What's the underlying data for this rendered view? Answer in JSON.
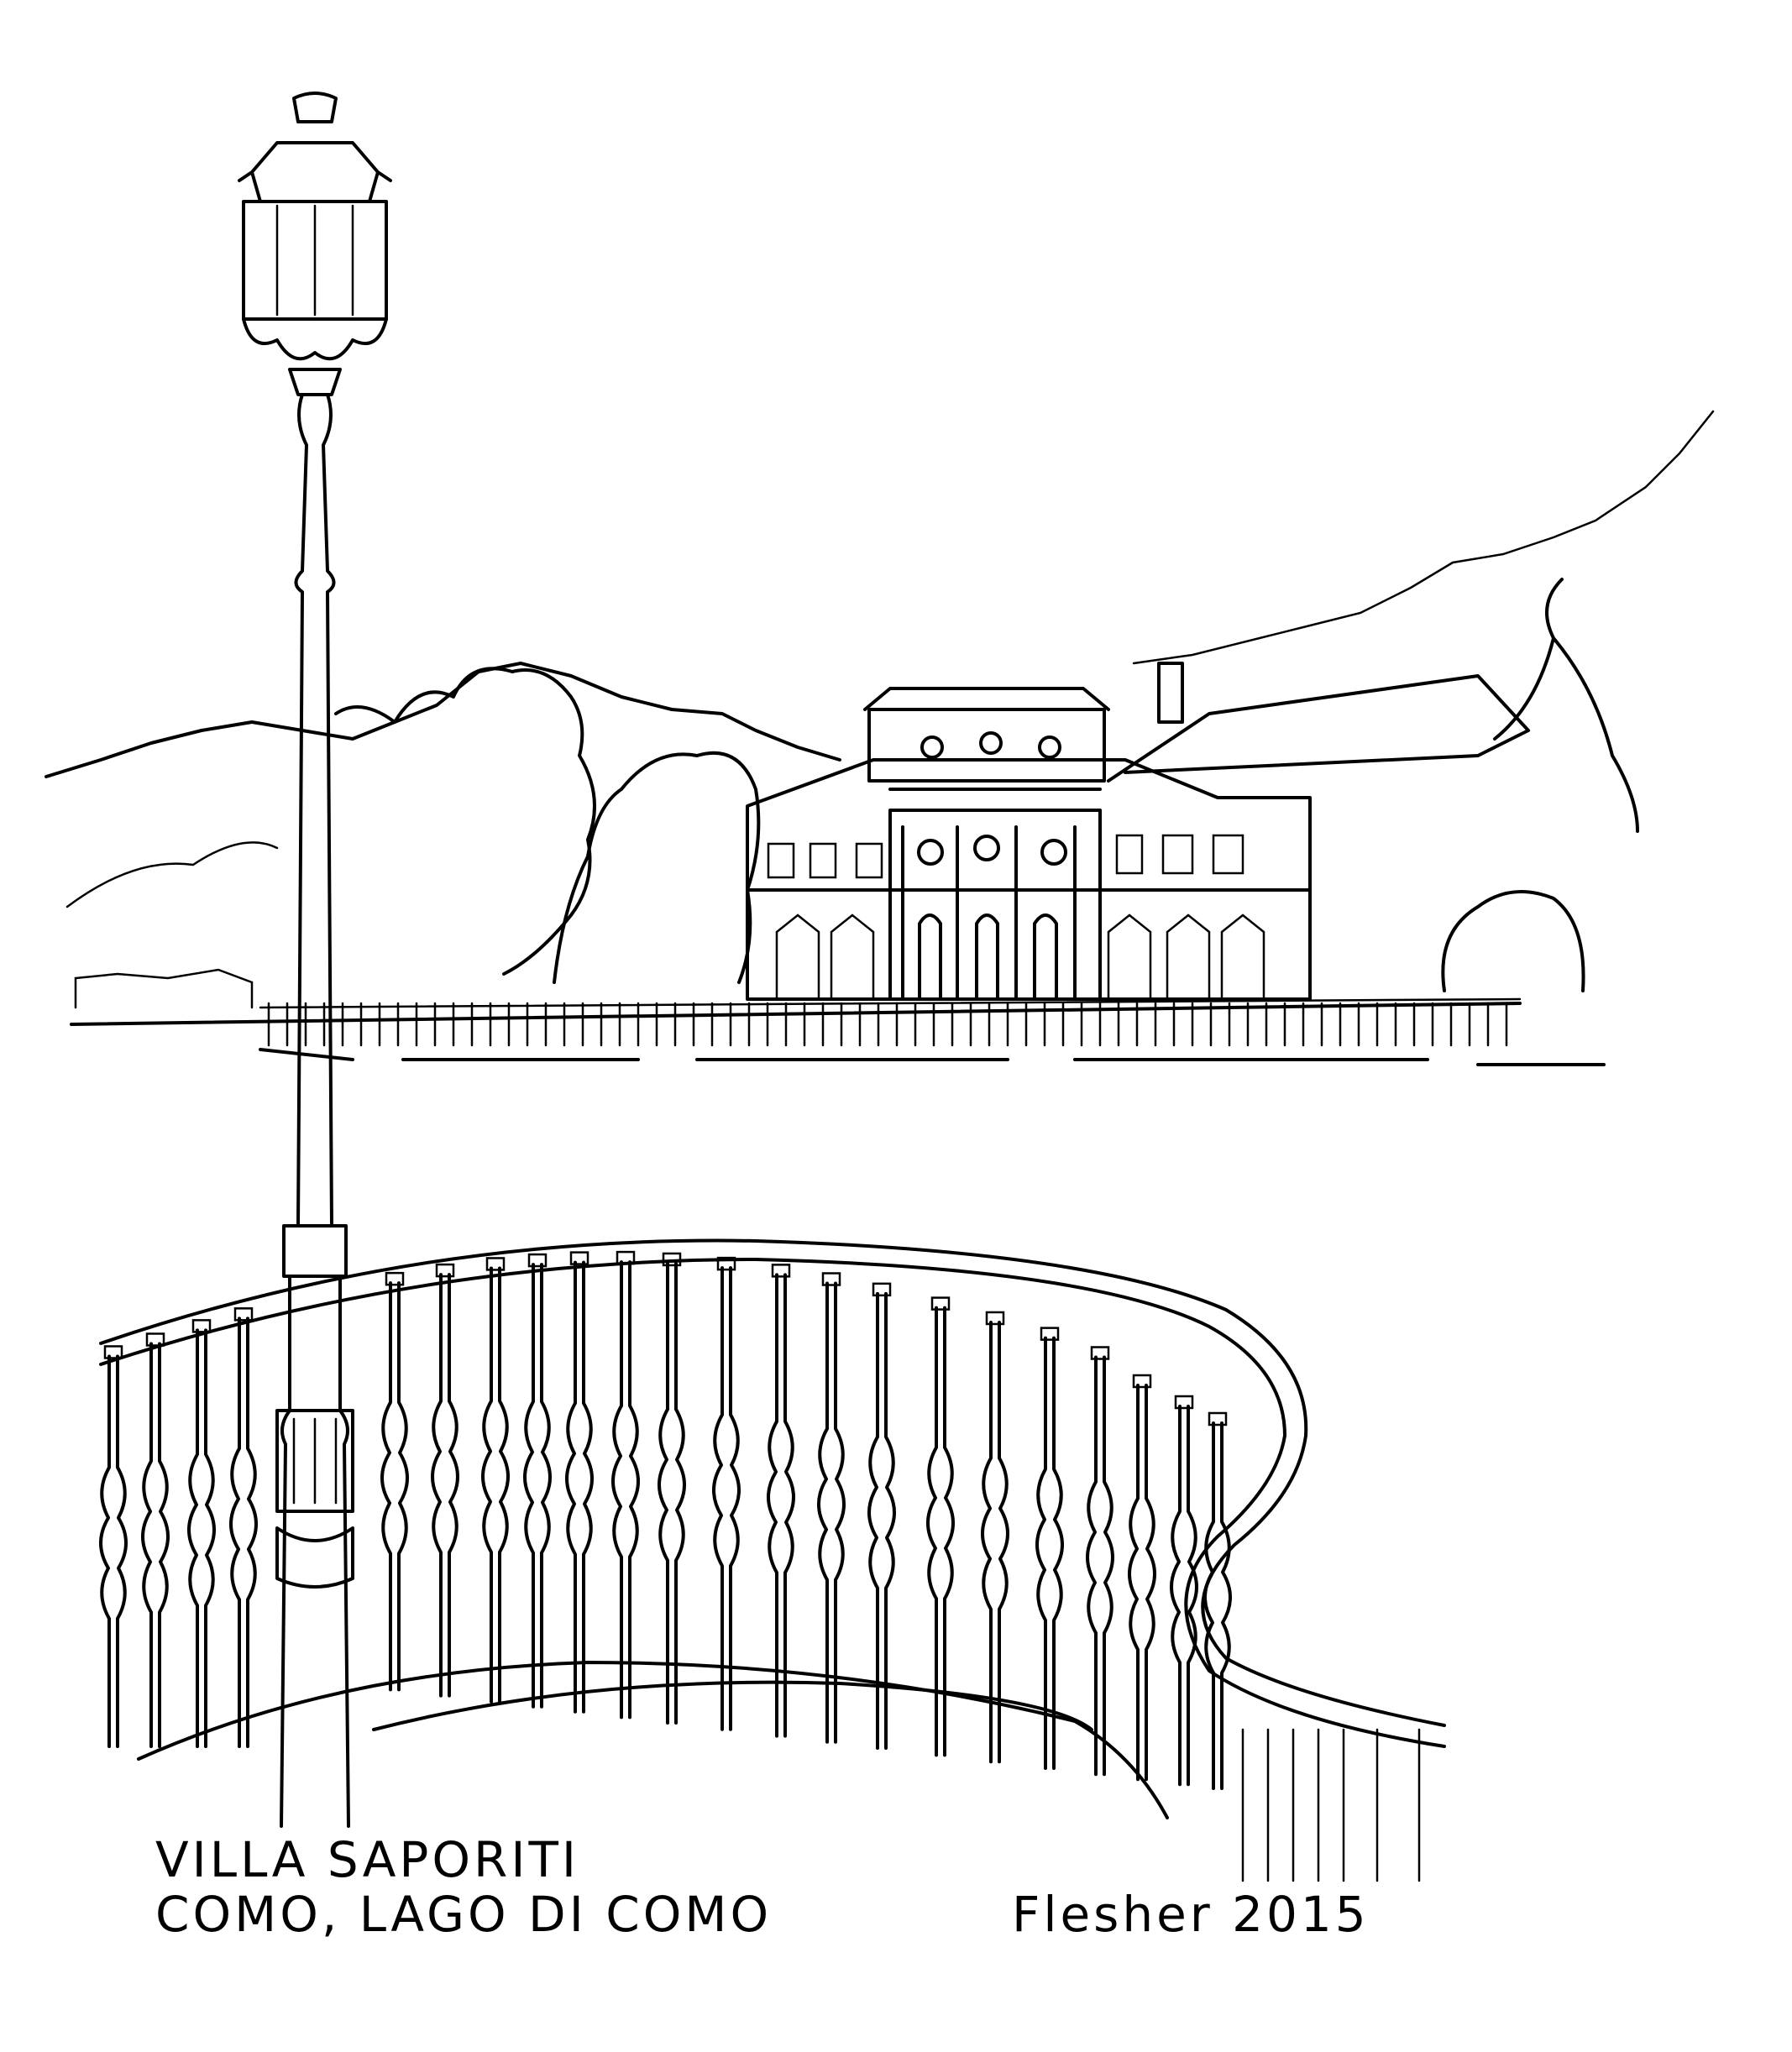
{
  "artwork": {
    "title_line1": "VILLA SAPORITI",
    "title_line2": "COMO, LAGO DI COMO",
    "signature": "Flesher 2015",
    "ink_color": "#000000",
    "paper_color": "#ffffff"
  }
}
